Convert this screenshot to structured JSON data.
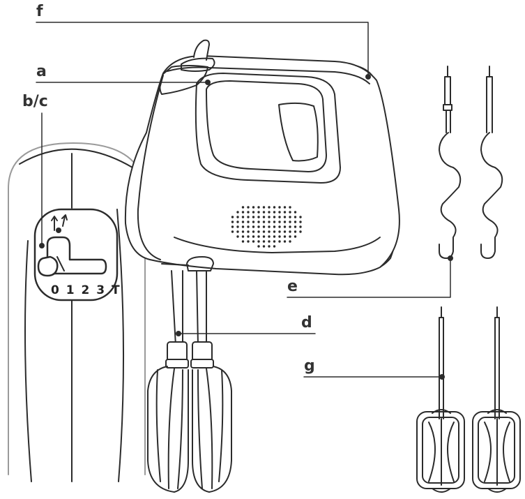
{
  "labels": {
    "a": "a",
    "bc": "b/c",
    "d": "d",
    "e": "e",
    "f": "f",
    "g": "g"
  },
  "speed_markings": "0 1 2 3 T",
  "colors": {
    "line": "#2b2b2b",
    "label": "#333333",
    "body": "#ffffff",
    "stripe": "#cfcfcf",
    "inset_border": "#9a9a9a"
  }
}
